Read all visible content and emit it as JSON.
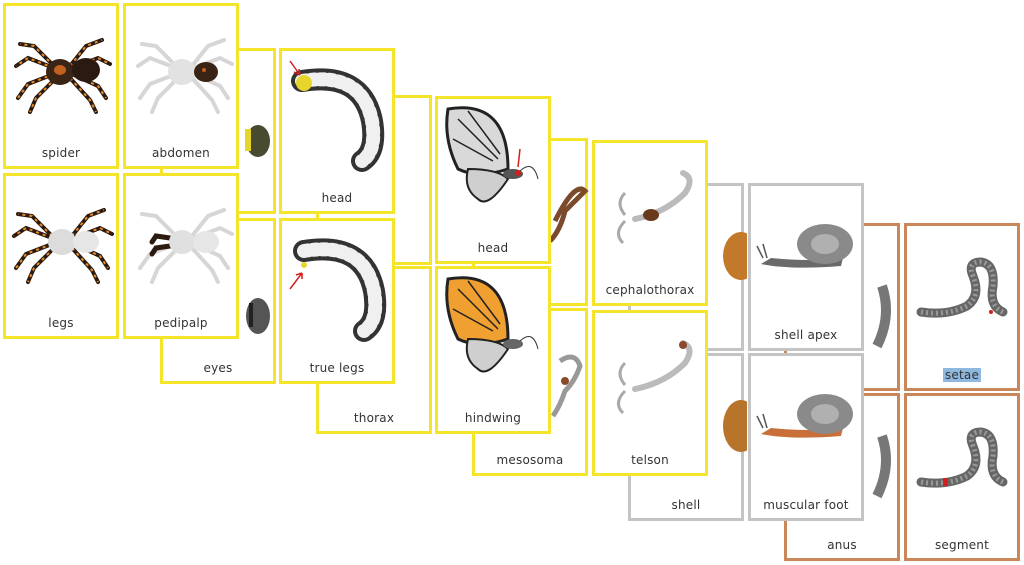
{
  "colors": {
    "insect": "#f5e52a",
    "mollusc": "#c4c4c4",
    "annelid": "#c9875a",
    "arrow": "#d21f1f",
    "highlight": "#8fb8df"
  },
  "cards": {
    "spider": "spider",
    "abdomen": "abdomen",
    "legs": "legs",
    "pedipalp": "pedipalp",
    "eyes": "eyes",
    "caterpillar_head": "head",
    "caterpillar_true_legs": "true legs",
    "thorax": "thorax",
    "butterfly_head": "head",
    "hindwing": "hindwing",
    "mesosoma": "mesosoma",
    "cephalothorax": "cephalothorax",
    "telson": "telson",
    "shell": "shell",
    "shell_apex": "shell apex",
    "muscular_foot": "muscular foot",
    "anus": "anus",
    "setae": "setae",
    "segment": "segment"
  }
}
